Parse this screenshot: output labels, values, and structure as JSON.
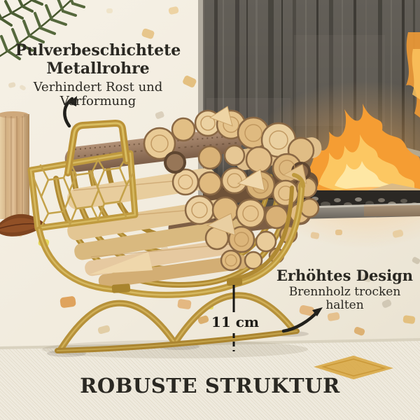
{
  "callouts": {
    "powder_coating": {
      "title_line1": "Pulverbeschichtete",
      "title_line2": "Metallrohre",
      "subtitle": "Verhindert Rost und Verformung"
    },
    "elevated_design": {
      "title": "Erhöhtes Design",
      "subtitle": "Brennholz trocken halten"
    }
  },
  "measurement": {
    "height_label": "11 cm"
  },
  "footer": {
    "title": "ROBUSTE STRUKTUR"
  },
  "colors": {
    "text": "#2a2822",
    "rack_gold": "#bf9a3e",
    "rack_gold_highlight": "#dcc06a",
    "wood_light": "#e3c08a",
    "bark_brown": "#74563d",
    "flame_orange": "#f59d33",
    "flame_yellow": "#fcc762",
    "fireplace_gray": "#5c5852",
    "wall_cream": "#f2ecdf",
    "rug_cream": "#efeade",
    "rug_motif_gold": "#d8a63e"
  },
  "icons": [
    "curved-arrow-icon",
    "measurement-line",
    "palm-leaf"
  ]
}
